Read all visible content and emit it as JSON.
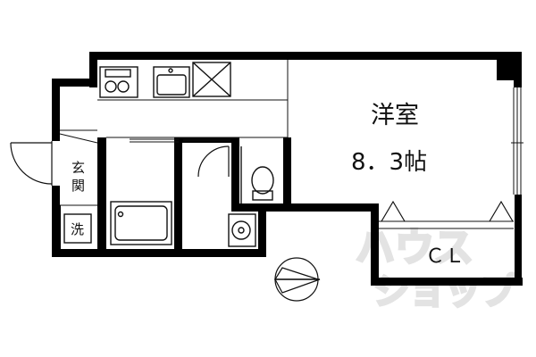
{
  "rooms": {
    "western_room": "洋室",
    "western_room_size": "8．3帖",
    "entrance_char1": "玄",
    "entrance_char2": "関",
    "washer": "洗",
    "closet": "ＣＬ"
  },
  "watermark": {
    "line1": "ハウス",
    "line2": "ショップ"
  },
  "colors": {
    "wall": "#000000",
    "line": "#111111",
    "background": "#ffffff",
    "watermark": "#e3e3e3"
  },
  "icons": [
    "stove-icon",
    "sink-icon",
    "refrigerator-icon",
    "bathtub-icon",
    "toilet-icon",
    "washbasin-icon",
    "compass-icon"
  ]
}
